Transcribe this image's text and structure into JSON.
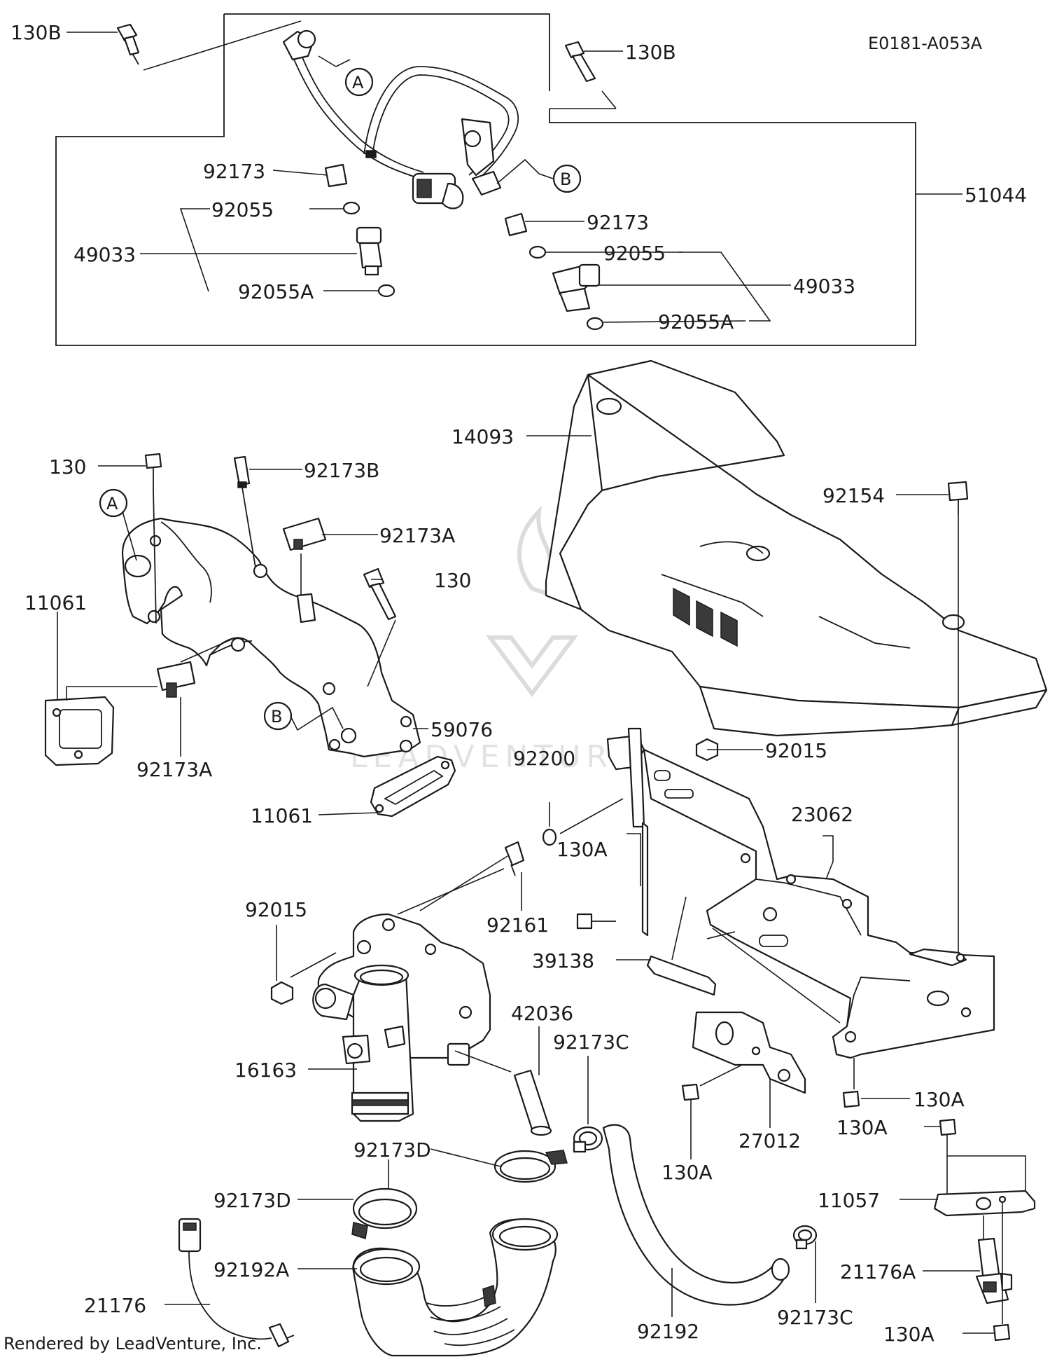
{
  "diagram_code": "E0181-A053A",
  "footer": "Rendered by LeadVenture, Inc.",
  "watermark": "LEADVENTURE",
  "markers": {
    "a": "A",
    "b": "B"
  },
  "labels": {
    "l130b_1": "130B",
    "l130b_2": "130B",
    "l51044": "51044",
    "l92173_1": "92173",
    "l92173_2": "92173",
    "l92055_1": "92055",
    "l92055_2": "92055",
    "l49033_1": "49033",
    "l49033_2": "49033",
    "l92055a_1": "92055A",
    "l92055a_2": "92055A",
    "l14093": "14093",
    "l92154": "92154",
    "l130_1": "130",
    "l130_2": "130",
    "l92173b": "92173B",
    "l92173a_1": "92173A",
    "l92173a_2": "92173A",
    "l11061_1": "11061",
    "l11061_2": "11061",
    "l59076": "59076",
    "l92200": "92200",
    "l92015_1": "92015",
    "l92015_2": "92015",
    "l23062": "23062",
    "l130a_1": "130A",
    "l130a_2": "130A",
    "l130a_3": "130A",
    "l130a_4": "130A",
    "l130a_5": "130A",
    "l92161": "92161",
    "l39138": "39138",
    "l42036": "42036",
    "l92173c_1": "92173C",
    "l92173c_2": "92173C",
    "l16163": "16163",
    "l27012": "27012",
    "l92173d_1": "92173D",
    "l92173d_2": "92173D",
    "l11057": "11057",
    "l21176a": "21176A",
    "l92192a": "92192A",
    "l21176": "21176",
    "l92192": "92192"
  }
}
